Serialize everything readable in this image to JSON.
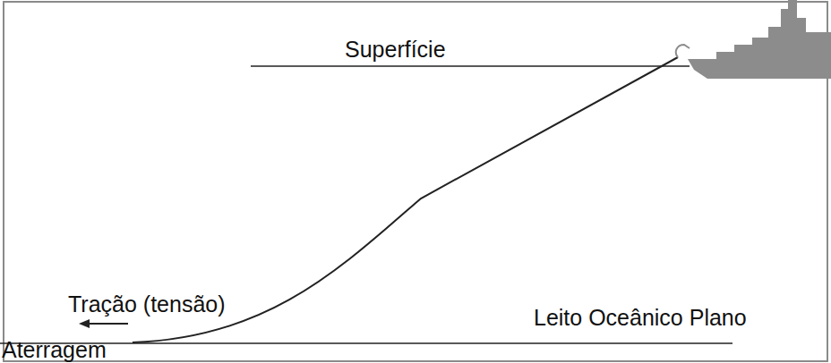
{
  "diagram": {
    "labels": [
      "Superfície",
      "Tração (tensão)",
      "Leito Oceânico Plano",
      "Aterragem"
    ]
  }
}
